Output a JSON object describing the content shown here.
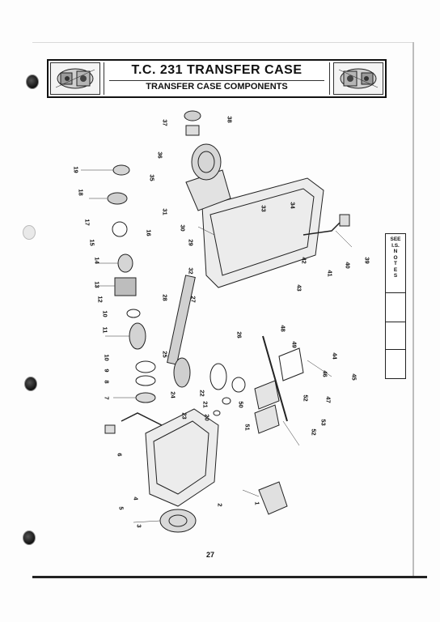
{
  "header": {
    "title": "T.C. 231 TRANSFER CASE",
    "subtitle": "TRANSFER CASE COMPONENTS"
  },
  "side_tab": {
    "lines": [
      "SEE",
      "I.S.",
      "N",
      "O",
      "T",
      "E",
      "S"
    ]
  },
  "callouts": [
    "1",
    "2",
    "3",
    "4",
    "5",
    "6",
    "7",
    "8",
    "9",
    "10",
    "10",
    "11",
    "12",
    "13",
    "14",
    "15",
    "16",
    "17",
    "18",
    "19",
    "20",
    "21",
    "22",
    "23",
    "24",
    "25",
    "26",
    "27",
    "28",
    "29",
    "30",
    "31",
    "32",
    "33",
    "34",
    "35",
    "36",
    "37",
    "38",
    "39",
    "40",
    "41",
    "42",
    "43",
    "44",
    "45",
    "46",
    "47",
    "48",
    "49",
    "50",
    "51",
    "52",
    "52",
    "53"
  ],
  "page_number": "27"
}
